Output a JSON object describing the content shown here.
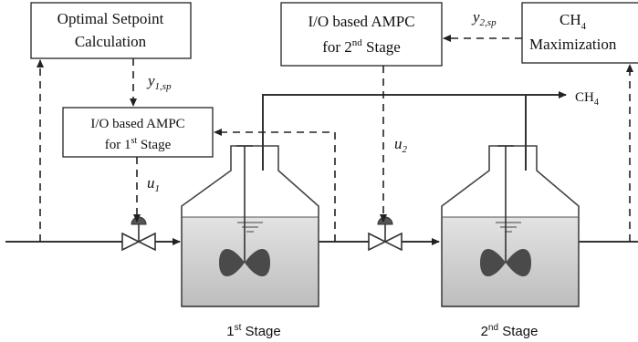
{
  "boxes": {
    "setpoint": {
      "line1": "Optimal Setpoint",
      "line2": "Calculation"
    },
    "ampc1": {
      "line1": "I/O based AMPC",
      "line2_prefix": "for 1",
      "line2_sup": "st",
      "line2_suffix": " Stage"
    },
    "ampc2": {
      "line1": "I/O based AMPC",
      "line2_prefix": "for 2",
      "line2_sup": "nd",
      "line2_suffix": " Stage"
    },
    "ch4max": {
      "line1_main": "CH",
      "line1_sub": "4",
      "line2": "Maximization"
    }
  },
  "signals": {
    "y1sp": {
      "main": "y",
      "sub": "1,sp"
    },
    "y2sp": {
      "main": "y",
      "sub": "2,sp"
    },
    "u1": {
      "main": "u",
      "sub": "1"
    },
    "u2": {
      "main": "u",
      "sub": "2"
    }
  },
  "outputs": {
    "ch4_main": "CH",
    "ch4_sub": "4"
  },
  "stages": {
    "stage1": {
      "num": "1",
      "sup": "st",
      "label": " Stage"
    },
    "stage2": {
      "num": "2",
      "sup": "nd",
      "label": " Stage"
    }
  },
  "colors": {
    "liquid": "#c8c8c8",
    "liquid_top": "#e2e2e2",
    "impeller": "#4a4a4a",
    "line": "#333333"
  }
}
